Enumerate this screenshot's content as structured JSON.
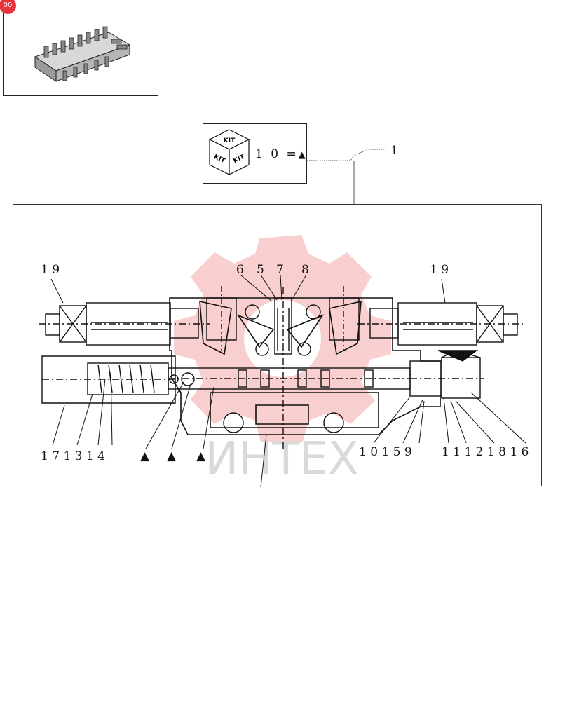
{
  "badge": "00",
  "kit": {
    "icon": "kit-box-icon",
    "label_top": "KIT",
    "label_left": "KIT",
    "label_right": "KIT",
    "ref": "1 0 =",
    "symbol": "▲"
  },
  "callouts": {
    "main": "1",
    "upper": [
      "6",
      "5",
      "7",
      "8"
    ],
    "solenoid_left": "1 9",
    "solenoid_right": "1 9",
    "bottom_left": "1 7 1 3 1 4",
    "bottom_right": "1 0 1 5 9",
    "bottom_far_right": "1 1 1 2 1 8 1 6",
    "kit_markers": [
      "▲",
      "▲",
      "▲"
    ]
  },
  "watermark": {
    "text": "ИНТЕХ",
    "gear_color": "#f4a7a7"
  },
  "colors": {
    "line": "#111111",
    "watermark_red": "#f4a7a7",
    "watermark_gray": "#d9d9d9",
    "badge": "#e8333a"
  }
}
